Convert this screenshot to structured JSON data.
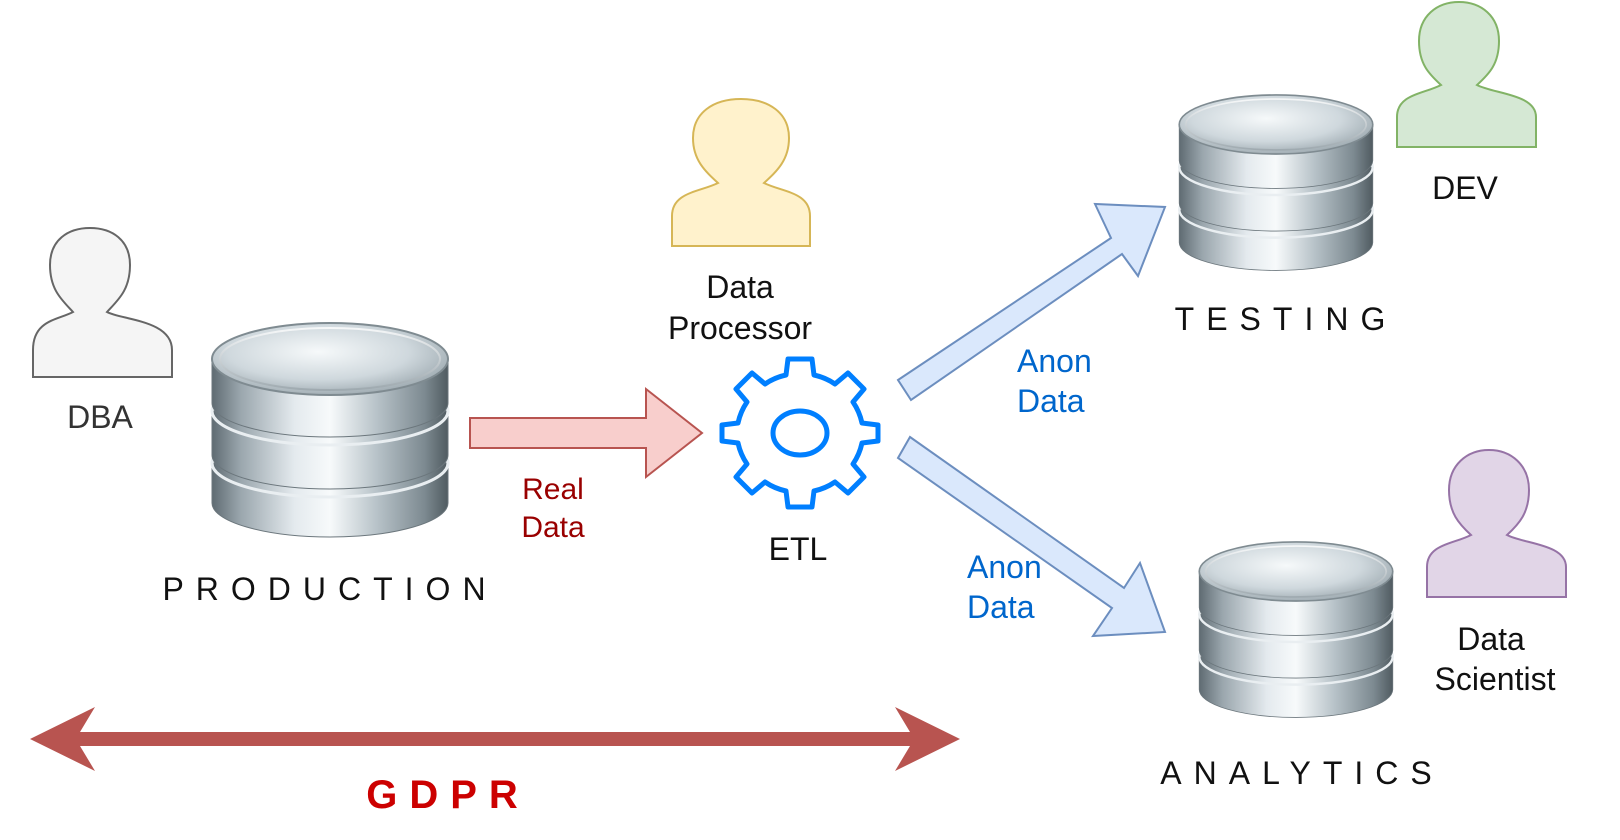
{
  "actors": {
    "dba": {
      "label": "DBA",
      "fill": "#f5f5f5",
      "stroke": "#666666"
    },
    "processor": {
      "label_line1": "Data",
      "label_line2": "Processor",
      "fill": "#fff2cc",
      "stroke": "#d6b656"
    },
    "dev": {
      "label": "DEV",
      "fill": "#d5e8d4",
      "stroke": "#82b366"
    },
    "scientist": {
      "label_line1": "Data",
      "label_line2": "Scientist",
      "fill": "#e1d5e7",
      "stroke": "#9673a6"
    }
  },
  "databases": {
    "production": {
      "label": "PRODUCTION"
    },
    "testing": {
      "label": "TESTING"
    },
    "analytics": {
      "label": "ANALYTICS"
    }
  },
  "etl": {
    "label": "ETL",
    "color": "#007fff"
  },
  "flows": {
    "real": {
      "label_line1": "Real",
      "label_line2": "Data",
      "fill": "#f8cecc",
      "stroke": "#b85450",
      "text_color": "#990000"
    },
    "anon_to_testing": {
      "label_line1": "Anon",
      "label_line2": "Data",
      "fill": "#dae8fc",
      "stroke": "#6c8ebf",
      "text_color": "#0066cc"
    },
    "anon_to_analytics": {
      "label_line1": "Anon",
      "label_line2": "Data",
      "fill": "#dae8fc",
      "stroke": "#6c8ebf",
      "text_color": "#0066cc"
    }
  },
  "gdpr": {
    "label": "GDPR",
    "arrow_color": "#b85450",
    "text_color": "#cc0000"
  }
}
